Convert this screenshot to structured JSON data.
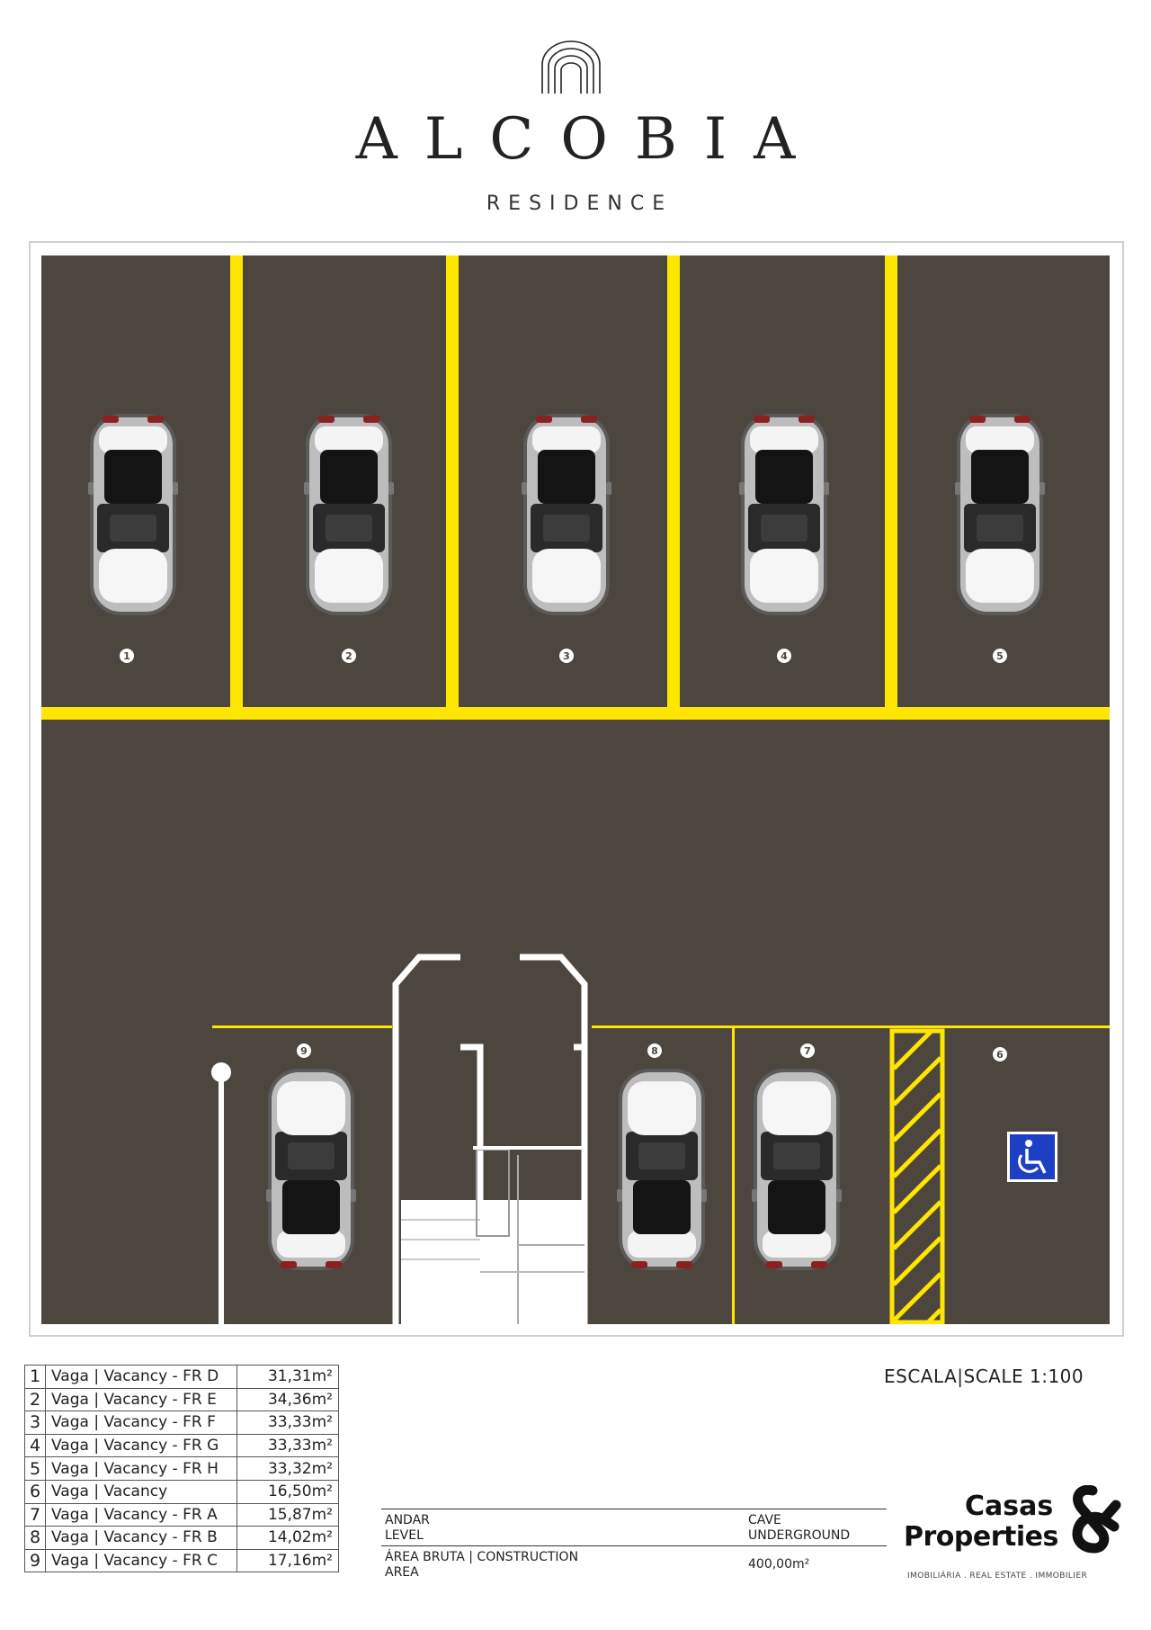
{
  "brand": {
    "name": "ALCOBIA",
    "subtitle": "RESIDENCE"
  },
  "colors": {
    "floor": "#4d463f",
    "line_yellow": "#ffe600",
    "marking_white": "#ffffff",
    "accessible_blue": "#1d3fc4"
  },
  "plan": {
    "spaces": [
      {
        "number": "1"
      },
      {
        "number": "2"
      },
      {
        "number": "3"
      },
      {
        "number": "4"
      },
      {
        "number": "5"
      },
      {
        "number": "6"
      },
      {
        "number": "7"
      },
      {
        "number": "8"
      },
      {
        "number": "9"
      }
    ],
    "accessible_icon": "wheelchair-icon"
  },
  "vacancies": [
    {
      "num": "1",
      "desc": "Vaga | Vacancy - FR D",
      "area": "31,31m²"
    },
    {
      "num": "2",
      "desc": "Vaga | Vacancy - FR E",
      "area": "34,36m²"
    },
    {
      "num": "3",
      "desc": "Vaga | Vacancy - FR F",
      "area": "33,33m²"
    },
    {
      "num": "4",
      "desc": "Vaga | Vacancy - FR G",
      "area": "33,33m²"
    },
    {
      "num": "5",
      "desc": "Vaga | Vacancy - FR H",
      "area": "33,32m²"
    },
    {
      "num": "6",
      "desc": "Vaga | Vacancy",
      "area": "16,50m²"
    },
    {
      "num": "7",
      "desc": "Vaga | Vacancy - FR A",
      "area": "15,87m²"
    },
    {
      "num": "8",
      "desc": "Vaga | Vacancy - FR B",
      "area": "14,02m²"
    },
    {
      "num": "9",
      "desc": "Vaga | Vacancy - FR C",
      "area": "17,16m²"
    }
  ],
  "scale": "ESCALA|SCALE 1:100",
  "info": {
    "level_label_1": "ANDAR",
    "level_label_2": "LEVEL",
    "level_value_1": "CAVE",
    "level_value_2": "UNDERGROUND",
    "area_label_1": "ÁREA BRUTA | CONSTRUCTION",
    "area_label_2": "AREA",
    "area_value": "400,00m²"
  },
  "logo": {
    "line1": "Casas",
    "line2": "Properties",
    "tagline": "IMOBILIÁRIA . REAL ESTATE . IMMOBILIER"
  }
}
